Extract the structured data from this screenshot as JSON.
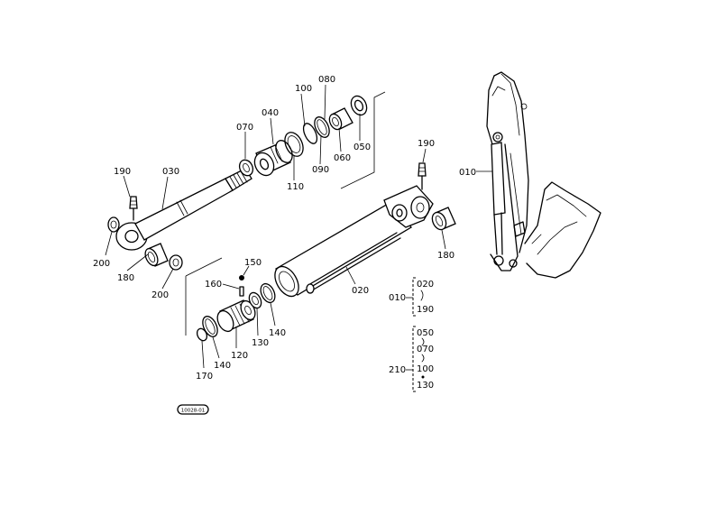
{
  "callouts": {
    "c030": "030",
    "c040": "040",
    "c050": "050",
    "c060": "060",
    "c070": "070",
    "c080": "080",
    "c090": "090",
    "c100": "100",
    "c110": "110",
    "c190_left": "190",
    "c190_right": "190",
    "c200_a": "200",
    "c200_b": "200",
    "c180_a": "180",
    "c180_b": "180",
    "c010": "010",
    "c020": "020",
    "c150": "150",
    "c160": "160",
    "c120": "120",
    "c130": "130",
    "c140_a": "140",
    "c140_b": "140",
    "c170": "170"
  },
  "legend": {
    "group1_id": "010",
    "group1_items": [
      "020",
      "190"
    ],
    "group2_id": "210",
    "group2_items": [
      "050",
      "070",
      "100",
      "130"
    ]
  },
  "badge": "10028-01"
}
